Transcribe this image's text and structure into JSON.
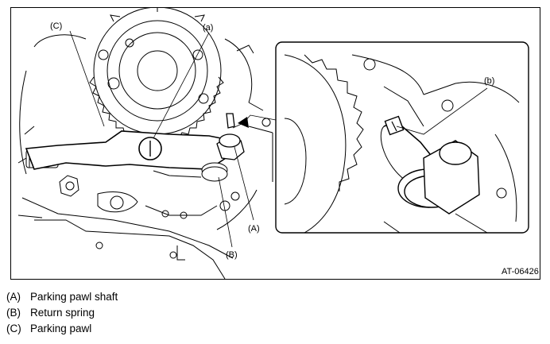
{
  "figure": {
    "id": "AT-06426",
    "callouts": {
      "a_main": "(a)",
      "a_inset": "(b)",
      "A": "(A)",
      "B": "(B)",
      "C": "(C)"
    }
  },
  "legend": [
    {
      "key": "(A)",
      "text": "Parking pawl shaft"
    },
    {
      "key": "(B)",
      "text": "Return spring"
    },
    {
      "key": "(C)",
      "text": "Parking pawl"
    }
  ]
}
